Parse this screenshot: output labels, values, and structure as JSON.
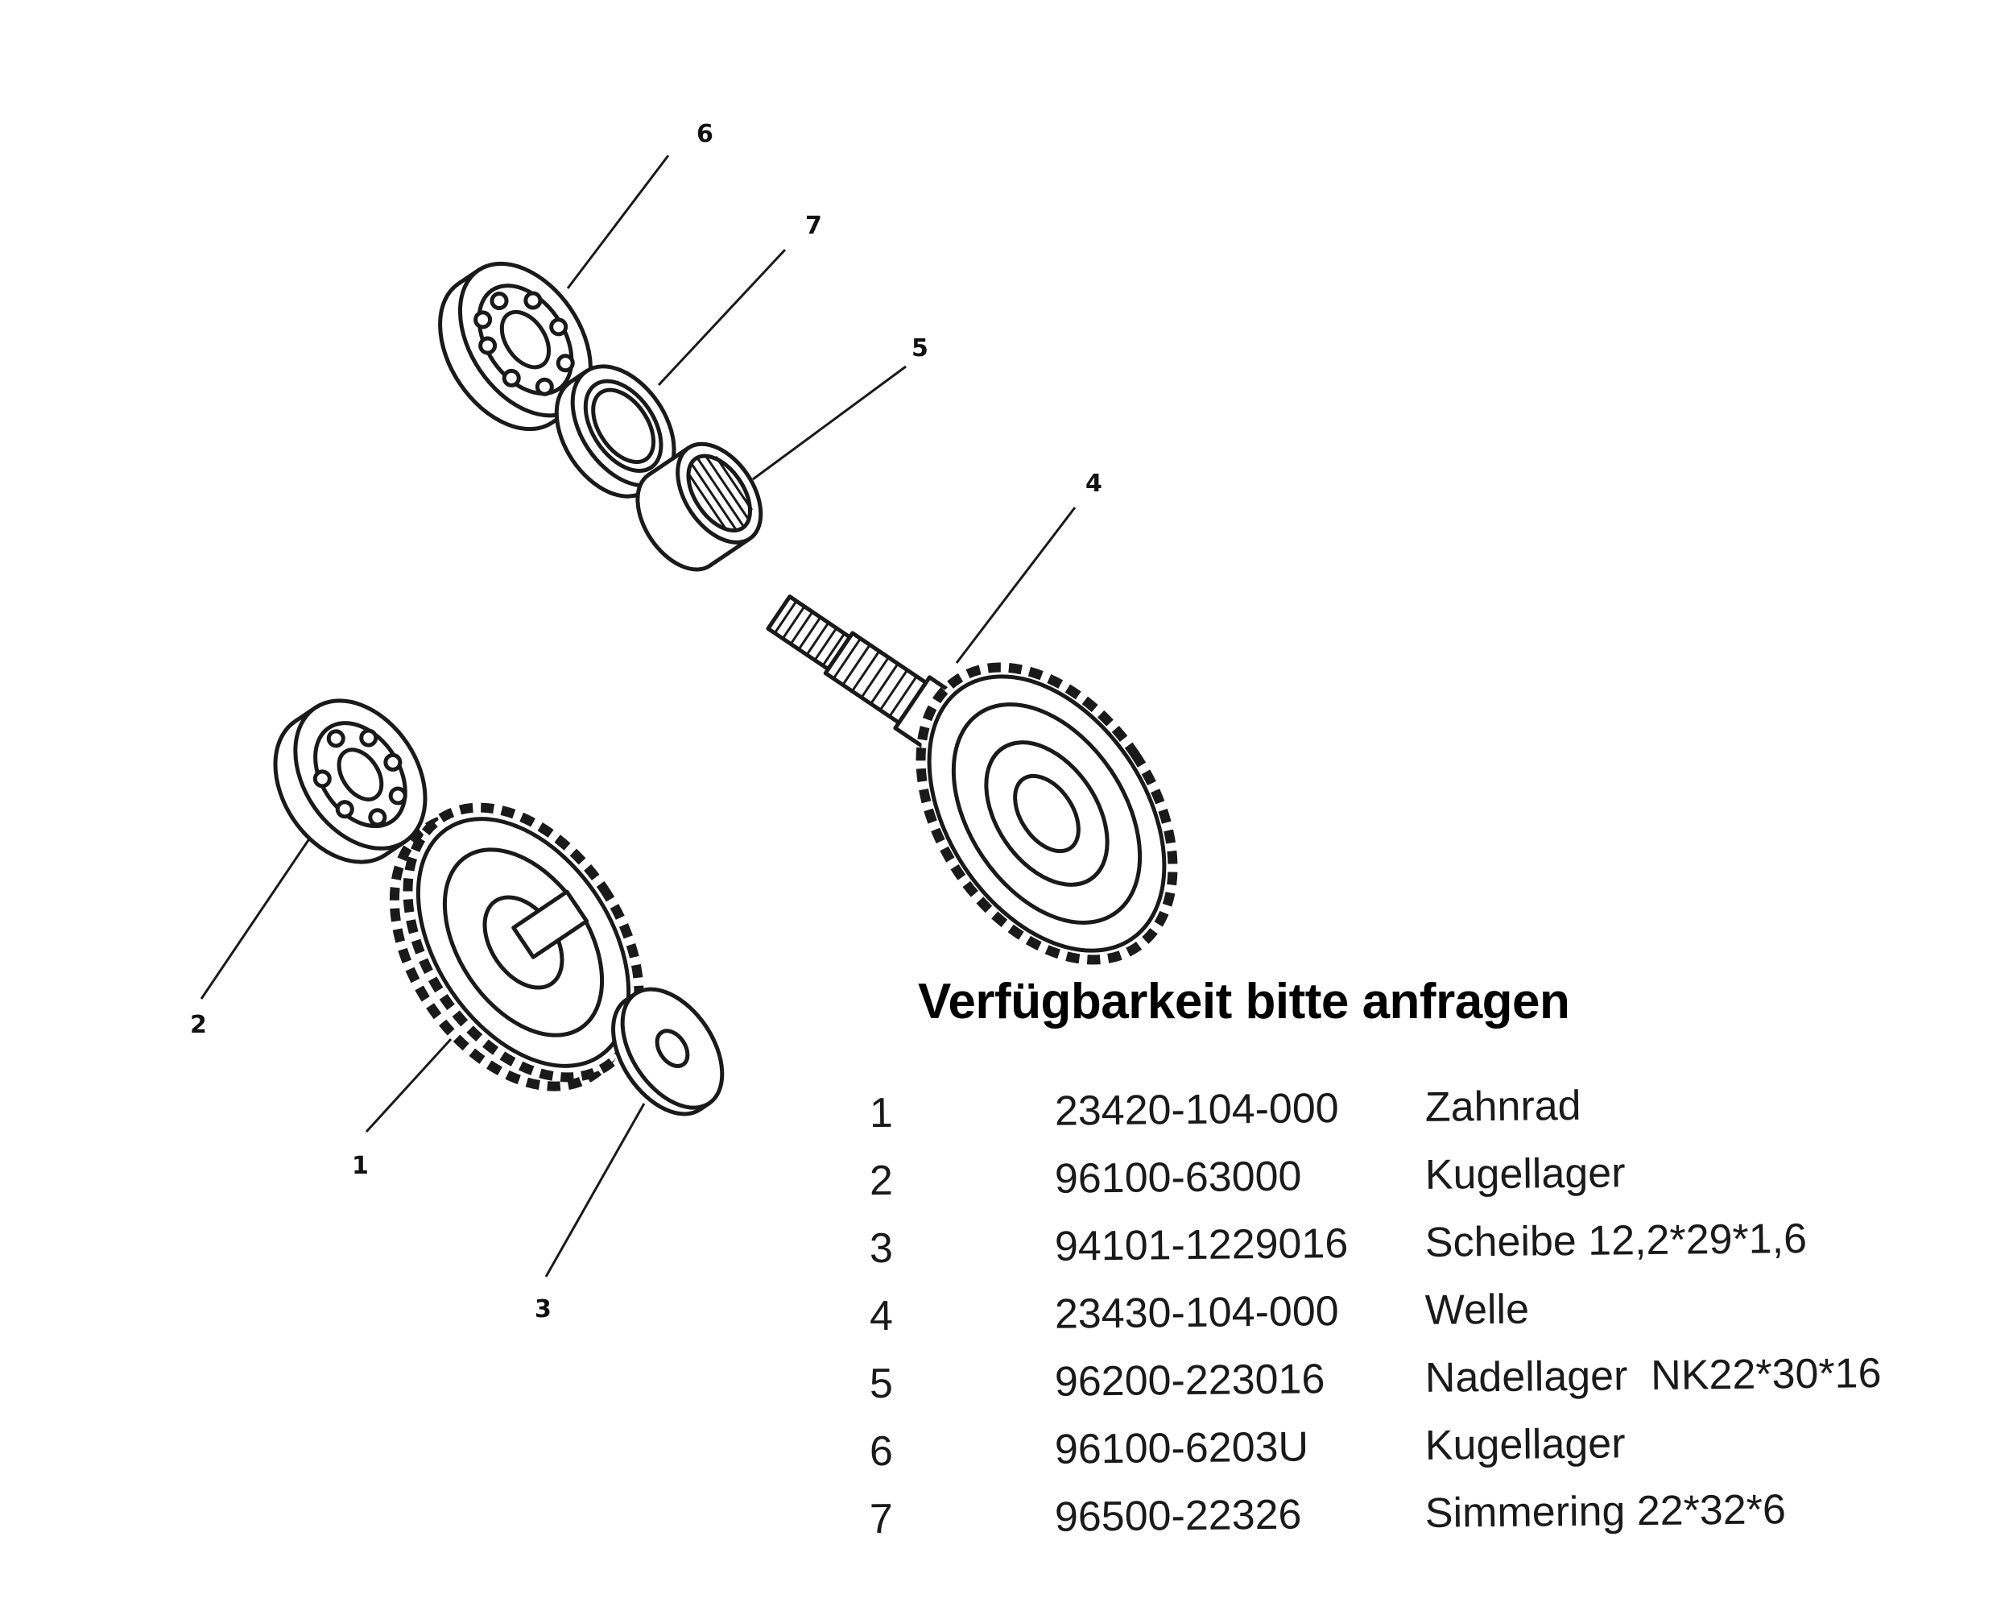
{
  "notice": "Verfügbarkeit bitte anfragen",
  "callouts": [
    "1",
    "2",
    "3",
    "4",
    "5",
    "6",
    "7"
  ],
  "parts": [
    {
      "num": "1",
      "code": "23420-104-000",
      "desc": "Zahnrad"
    },
    {
      "num": "2",
      "code": "96100-63000",
      "desc": "Kugellager"
    },
    {
      "num": "3",
      "code": "94101-1229016",
      "desc": "Scheibe 12,2*29*1,6"
    },
    {
      "num": "4",
      "code": "23430-104-000",
      "desc": "Welle"
    },
    {
      "num": "5",
      "code": "96200-223016",
      "desc": "Nadellager  NK22*30*16"
    },
    {
      "num": "6",
      "code": "96100-6203U",
      "desc": "Kugellager"
    },
    {
      "num": "7",
      "code": "96500-22326",
      "desc": "Simmering 22*32*6"
    }
  ]
}
